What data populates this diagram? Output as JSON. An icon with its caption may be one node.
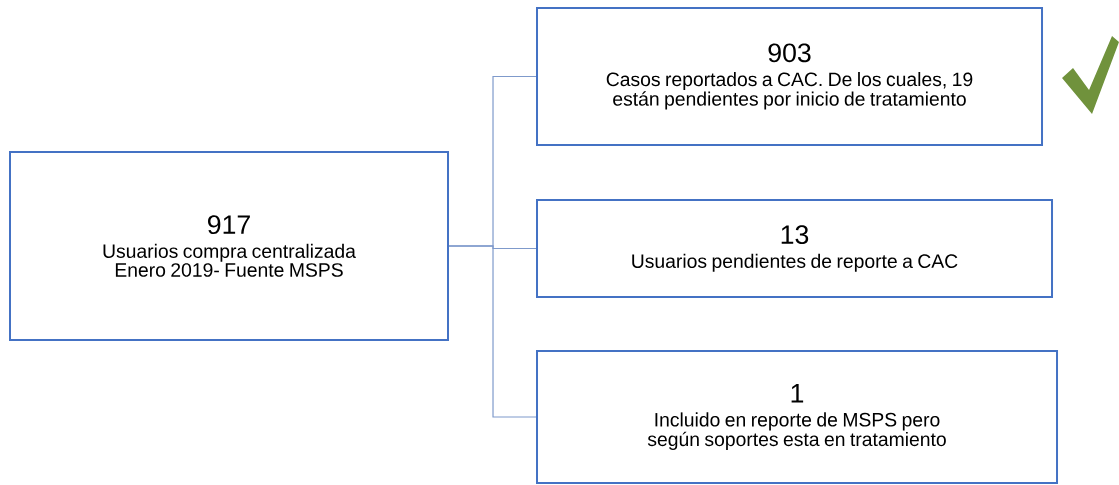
{
  "diagram": {
    "nodes": [
      {
        "text": [
          "917",
          "Usuarios compra centralizada Enero 2019- Fuente MSPS"
        ]
      },
      {
        "text": [
          "903",
          "Casos reportados a CAC. De los cuales, 19 están pendientes por inicio de tratamiento"
        ]
      },
      {
        "text": [
          "13",
          "Usuarios pendientes de reporte a CAC"
        ]
      },
      {
        "text": [
          "1",
          "Incluido en reporte de MSPS pero según soportes esta en tratamiento"
        ]
      }
    ],
    "edges": [
      {
        "from": 0,
        "to": 1,
        "arrow": "none"
      },
      {
        "from": 0,
        "to": 2,
        "arrow": "none"
      },
      {
        "from": 0,
        "to": 3,
        "arrow": "none"
      }
    ]
  }
}
